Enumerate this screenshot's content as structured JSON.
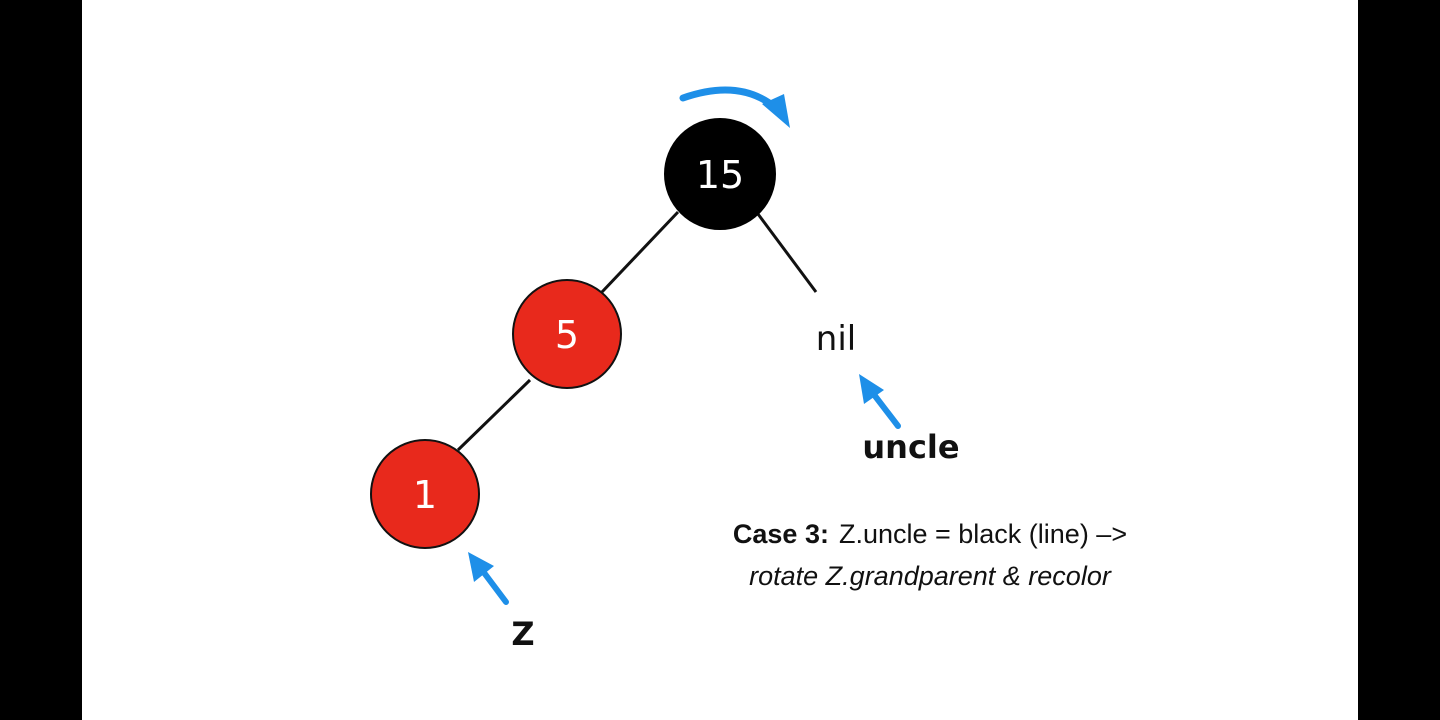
{
  "colors": {
    "black_node": "#000000",
    "red_node": "#e8291c",
    "arrow": "#1e8fe8",
    "edge": "#111111"
  },
  "nodes": {
    "n15": {
      "label": "15",
      "color": "black"
    },
    "n5": {
      "label": "5",
      "color": "red"
    },
    "n1": {
      "label": "1",
      "color": "red"
    }
  },
  "nil_label": "nil",
  "pointers": {
    "uncle": "uncle",
    "z": "Z"
  },
  "rotation_arrow_icon": "curved-arrow-right-icon",
  "caption": {
    "case_label": "Case 3:",
    "condition": "Z.uncle = black (line) –>",
    "action": "rotate Z.grandparent & recolor"
  }
}
